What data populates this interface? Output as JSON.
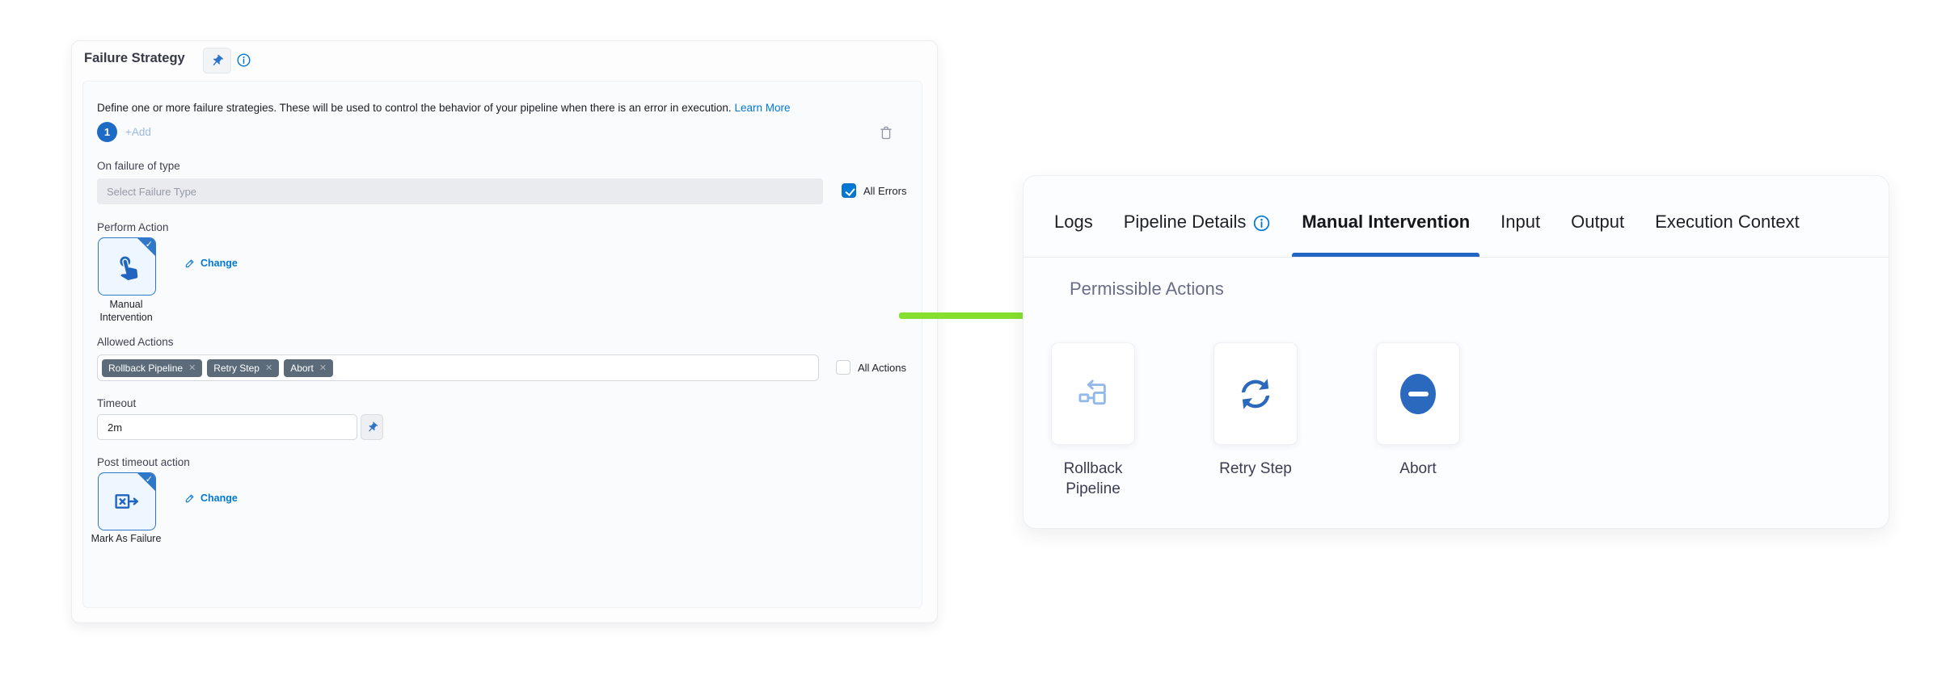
{
  "left_panel": {
    "title": "Failure Strategy",
    "description": "Define one or more failure strategies. These will be used to control the behavior of your pipeline when there is an error in execution.",
    "learn_more_label": "Learn More",
    "strategy_badge": "1",
    "add_button_label": "+Add",
    "fields": {
      "on_failure": {
        "label": "On failure of type",
        "placeholder": "Select Failure Type",
        "all_errors": {
          "label": "All Errors",
          "checked": true
        }
      },
      "perform_action": {
        "label": "Perform Action",
        "selected": "Manual Intervention",
        "change_label": "Change"
      },
      "allowed_actions": {
        "label": "Allowed Actions",
        "tags": [
          "Rollback Pipeline",
          "Retry Step",
          "Abort"
        ],
        "all_actions": {
          "label": "All Actions",
          "checked": false
        }
      },
      "timeout": {
        "label": "Timeout",
        "value": "2m"
      },
      "post_timeout": {
        "label": "Post timeout action",
        "selected": "Mark As Failure",
        "change_label": "Change"
      }
    }
  },
  "right_panel": {
    "tabs": [
      {
        "label": "Logs",
        "active": false
      },
      {
        "label": "Pipeline Details",
        "active": false,
        "has_info_icon": true
      },
      {
        "label": "Manual Intervention",
        "active": true
      },
      {
        "label": "Input",
        "active": false
      },
      {
        "label": "Output",
        "active": false
      },
      {
        "label": "Execution Context",
        "active": false
      }
    ],
    "active_tab": "Manual Intervention",
    "section_title": "Permissible Actions",
    "actions": [
      {
        "label": "Rollback Pipeline",
        "icon": "rollback-pipeline-icon"
      },
      {
        "label": "Retry Step",
        "icon": "retry-icon"
      },
      {
        "label": "Abort",
        "icon": "abort-icon"
      }
    ]
  },
  "annotation": {
    "type": "arrow",
    "direction": "right",
    "color": "#85df2f"
  },
  "glyphs": {
    "corner_check": "✓",
    "tag_remove": "✕"
  },
  "icons": {
    "header": [
      "pin-icon",
      "info-icon"
    ],
    "delete": "trash-icon",
    "change": "pencil-icon",
    "perform_action_card": "hand-pointer-icon",
    "post_timeout_card": "mark-as-failure-icon",
    "timeout_addon": "pin-icon",
    "tab_info": "info-icon"
  },
  "colors": {
    "accent_blue": "#0278d5",
    "icon_blue": "#2a69bd",
    "selected_card_border": "#2f78c9",
    "badge_blue": "#1e6bc6",
    "tag_bg": "#5b6b7a",
    "green_arrow": "#85df2f",
    "tab_underline": "#2265c2",
    "input_gray_bg": "#e9ebee",
    "panel_bg": "#fafbfd"
  }
}
